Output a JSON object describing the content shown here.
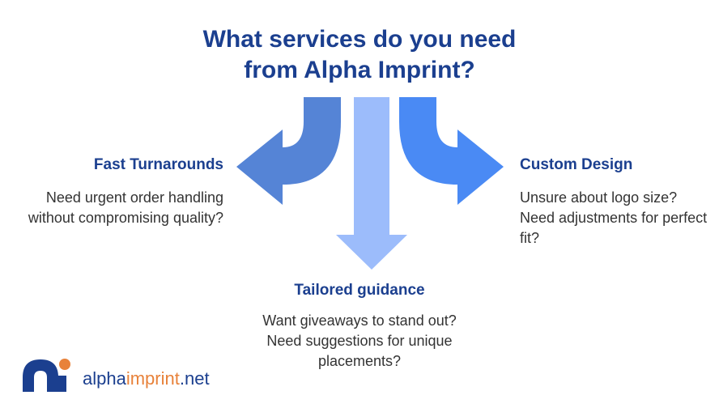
{
  "title": {
    "line1": "What services do you need",
    "line2": "from Alpha Imprint?"
  },
  "services": {
    "left": {
      "heading": "Fast Turnarounds",
      "description": "Need urgent order handling without compromising quality?",
      "arrow_color": "#5584d6"
    },
    "center": {
      "heading": "Tailored guidance",
      "description": "Want giveaways to stand out? Need suggestions for unique placements?",
      "arrow_color": "#9cbcfb"
    },
    "right": {
      "heading": "Custom Design",
      "description": "Unsure about logo size? Need adjustments for perfect fit?",
      "arrow_color": "#4a8af4"
    }
  },
  "brand": {
    "name_part1": "alpha",
    "name_part2": "imprint",
    "name_part3": ".net",
    "primary_color": "#1b3f8f",
    "accent_color": "#e8823a"
  }
}
